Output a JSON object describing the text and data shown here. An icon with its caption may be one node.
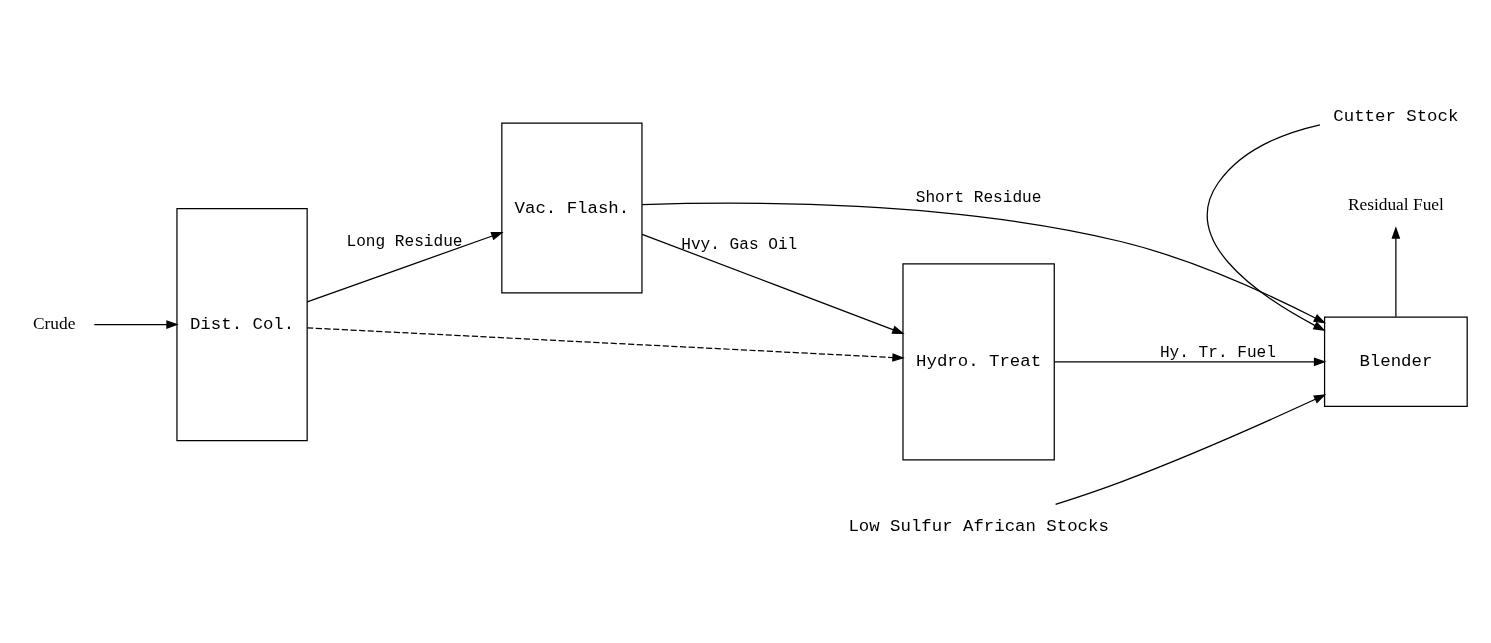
{
  "diagram": {
    "nodes": [
      {
        "text": [
          "Crude"
        ]
      },
      {
        "text": [
          "Dist. Col."
        ]
      },
      {
        "text": [
          "Vac. Flash."
        ]
      },
      {
        "text": [
          "Hydro. Treat"
        ]
      },
      {
        "text": [
          "Blender"
        ]
      },
      {
        "text": [
          "Cutter Stock"
        ]
      },
      {
        "text": [
          "Low Sulfur African Stocks"
        ]
      },
      {
        "text": [
          "Residual Fuel"
        ]
      }
    ],
    "edges": [
      {
        "from": 0,
        "to": 1,
        "arrow": "to"
      },
      {
        "from": 1,
        "to": 2,
        "arrow": "to",
        "label": "Long Residue"
      },
      {
        "from": 2,
        "to": 3,
        "arrow": "to",
        "label": "Hvy. Gas Oil"
      },
      {
        "from": 1,
        "to": 3,
        "arrow": "to",
        "style": "dashed"
      },
      {
        "from": 3,
        "to": 4,
        "arrow": "to",
        "label": "Hy. Tr. Fuel"
      },
      {
        "from": 2,
        "to": 4,
        "arrow": "to",
        "label": "Short Residue"
      },
      {
        "from": 5,
        "to": 4,
        "arrow": "to"
      },
      {
        "from": 6,
        "to": 4,
        "arrow": "to"
      },
      {
        "from": 4,
        "to": 7,
        "arrow": "to"
      }
    ]
  }
}
